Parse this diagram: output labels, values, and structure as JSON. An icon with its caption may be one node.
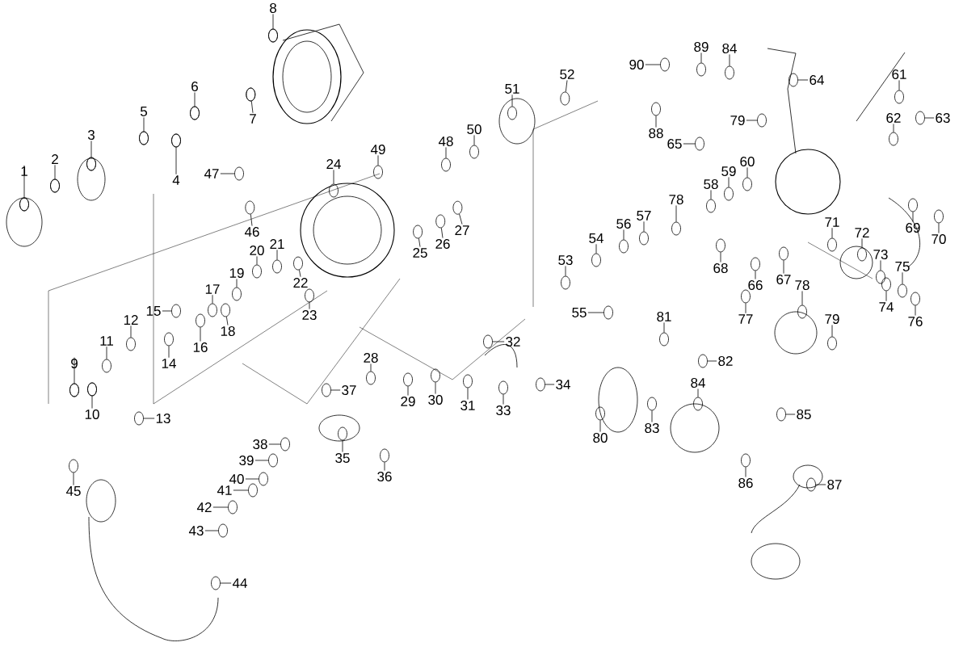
{
  "diagram": {
    "nodes": [
      {
        "text": [
          "1"
        ]
      },
      {
        "text": [
          "2"
        ]
      },
      {
        "text": [
          "3"
        ]
      },
      {
        "text": [
          "4"
        ]
      },
      {
        "text": [
          "5"
        ]
      },
      {
        "text": [
          "6"
        ]
      },
      {
        "text": [
          "7"
        ]
      },
      {
        "text": [
          "8"
        ]
      },
      {
        "text": [
          "9"
        ]
      },
      {
        "text": [
          "10"
        ]
      },
      {
        "text": [
          "11"
        ]
      },
      {
        "text": [
          "12"
        ]
      },
      {
        "text": [
          "13"
        ]
      },
      {
        "text": [
          "14"
        ]
      },
      {
        "text": [
          "15"
        ]
      },
      {
        "text": [
          "16"
        ]
      },
      {
        "text": [
          "17"
        ]
      },
      {
        "text": [
          "18"
        ]
      },
      {
        "text": [
          "19"
        ]
      },
      {
        "text": [
          "20"
        ]
      },
      {
        "text": [
          "21"
        ]
      },
      {
        "text": [
          "22"
        ]
      },
      {
        "text": [
          "23"
        ]
      },
      {
        "text": [
          "24"
        ]
      },
      {
        "text": [
          "25"
        ]
      },
      {
        "text": [
          "26"
        ]
      },
      {
        "text": [
          "27"
        ]
      },
      {
        "text": [
          "28"
        ]
      },
      {
        "text": [
          "29"
        ]
      },
      {
        "text": [
          "30"
        ]
      },
      {
        "text": [
          "31"
        ]
      },
      {
        "text": [
          "32"
        ]
      },
      {
        "text": [
          "33"
        ]
      },
      {
        "text": [
          "34"
        ]
      },
      {
        "text": [
          "35"
        ]
      },
      {
        "text": [
          "36"
        ]
      },
      {
        "text": [
          "37"
        ]
      },
      {
        "text": [
          "38"
        ]
      },
      {
        "text": [
          "39"
        ]
      },
      {
        "text": [
          "40"
        ]
      },
      {
        "text": [
          "41"
        ]
      },
      {
        "text": [
          "42"
        ]
      },
      {
        "text": [
          "43"
        ]
      },
      {
        "text": [
          "44"
        ]
      },
      {
        "text": [
          "45"
        ]
      },
      {
        "text": [
          "46"
        ]
      },
      {
        "text": [
          "47"
        ]
      },
      {
        "text": [
          "48"
        ]
      },
      {
        "text": [
          "49"
        ]
      },
      {
        "text": [
          "50"
        ]
      },
      {
        "text": [
          "51"
        ]
      },
      {
        "text": [
          "52"
        ]
      },
      {
        "text": [
          "53"
        ]
      },
      {
        "text": [
          "54"
        ]
      },
      {
        "text": [
          "55"
        ]
      },
      {
        "text": [
          "56"
        ]
      },
      {
        "text": [
          "57"
        ]
      },
      {
        "text": [
          "58"
        ]
      },
      {
        "text": [
          "59"
        ]
      },
      {
        "text": [
          "60"
        ]
      },
      {
        "text": [
          "61"
        ]
      },
      {
        "text": [
          "62"
        ]
      },
      {
        "text": [
          "63"
        ]
      },
      {
        "text": [
          "64"
        ]
      },
      {
        "text": [
          "65"
        ]
      },
      {
        "text": [
          "66"
        ]
      },
      {
        "text": [
          "67"
        ]
      },
      {
        "text": [
          "68"
        ]
      },
      {
        "text": [
          "69"
        ]
      },
      {
        "text": [
          "70"
        ]
      },
      {
        "text": [
          "71"
        ]
      },
      {
        "text": [
          "72"
        ]
      },
      {
        "text": [
          "73"
        ]
      },
      {
        "text": [
          "74"
        ]
      },
      {
        "text": [
          "75"
        ]
      },
      {
        "text": [
          "76"
        ]
      },
      {
        "text": [
          "77"
        ]
      },
      {
        "text": [
          "78"
        ]
      },
      {
        "text": [
          "78"
        ]
      },
      {
        "text": [
          "79"
        ]
      },
      {
        "text": [
          "79"
        ]
      },
      {
        "text": [
          "80"
        ]
      },
      {
        "text": [
          "81"
        ]
      },
      {
        "text": [
          "82"
        ]
      },
      {
        "text": [
          "83"
        ]
      },
      {
        "text": [
          "84"
        ]
      },
      {
        "text": [
          "84"
        ]
      },
      {
        "text": [
          "85"
        ]
      },
      {
        "text": [
          "86"
        ]
      },
      {
        "text": [
          "87"
        ]
      },
      {
        "text": [
          "88"
        ]
      },
      {
        "text": [
          "89"
        ]
      },
      {
        "text": [
          "90"
        ]
      },
      {
        "text": [],
        "shape": "circle"
      },
      {
        "text": [],
        "shape": "circle"
      },
      {
        "text": [],
        "shape": "circle"
      },
      {
        "text": [],
        "shape": "circle"
      },
      {
        "text": [],
        "shape": "circle"
      },
      {
        "text": [],
        "shape": "circle"
      },
      {
        "text": [],
        "shape": "circle"
      },
      {
        "text": [],
        "shape": "circle"
      },
      {
        "text": [],
        "shape": "circle"
      },
      {
        "text": [],
        "shape": "circle"
      },
      {
        "text": [],
        "shape": "circle"
      },
      {
        "text": [],
        "shape": "circle"
      },
      {
        "text": [],
        "shape": "circle"
      },
      {
        "text": [],
        "shape": "circle"
      },
      {
        "text": [],
        "shape": "circle"
      },
      {
        "text": [],
        "shape": "circle"
      },
      {
        "text": [],
        "shape": "circle"
      },
      {
        "text": [],
        "shape": "circle"
      },
      {
        "text": [],
        "shape": "circle"
      },
      {
        "text": [],
        "shape": "circle"
      },
      {
        "text": [],
        "shape": "circle"
      },
      {
        "text": [],
        "shape": "circle"
      },
      {
        "text": [],
        "shape": "circle"
      },
      {
        "text": [],
        "shape": "circle"
      },
      {
        "text": [],
        "shape": "circle"
      },
      {
        "text": [],
        "shape": "circle"
      },
      {
        "text": [],
        "shape": "circle"
      },
      {
        "text": [],
        "shape": "circle"
      },
      {
        "text": [],
        "shape": "circle"
      },
      {
        "text": [],
        "shape": "circle"
      },
      {
        "text": [],
        "shape": "circle"
      },
      {
        "text": [],
        "shape": "circle"
      },
      {
        "text": [],
        "shape": "circle"
      },
      {
        "text": [],
        "shape": "circle"
      },
      {
        "text": [],
        "shape": "circle"
      },
      {
        "text": [],
        "shape": "circle"
      },
      {
        "text": [],
        "shape": "circle"
      },
      {
        "text": [],
        "shape": "circle"
      },
      {
        "text": [],
        "shape": "circle"
      },
      {
        "text": [],
        "shape": "circle"
      },
      {
        "text": [],
        "shape": "circle"
      },
      {
        "text": [],
        "shape": "circle"
      },
      {
        "text": [],
        "shape": "circle"
      },
      {
        "text": [],
        "shape": "circle"
      },
      {
        "text": [],
        "shape": "circle"
      },
      {
        "text": [],
        "shape": "circle"
      },
      {
        "text": [],
        "shape": "circle"
      },
      {
        "text": [],
        "shape": "circle"
      },
      {
        "text": [],
        "shape": "circle"
      },
      {
        "text": [],
        "shape": "circle"
      },
      {
        "text": [],
        "shape": "circle"
      },
      {
        "text": [],
        "shape": "circle"
      },
      {
        "text": [],
        "shape": "circle"
      },
      {
        "text": [],
        "shape": "circle"
      },
      {
        "text": [],
        "shape": "circle"
      },
      {
        "text": [],
        "shape": "circle"
      },
      {
        "text": [],
        "shape": "circle"
      },
      {
        "text": [],
        "shape": "circle"
      },
      {
        "text": [],
        "shape": "circle"
      },
      {
        "text": [],
        "shape": "circle"
      },
      {
        "text": [],
        "shape": "circle"
      },
      {
        "text": [],
        "shape": "circle"
      },
      {
        "text": [],
        "shape": "circle"
      },
      {
        "text": [],
        "shape": "circle"
      },
      {
        "text": [],
        "shape": "circle"
      },
      {
        "text": [],
        "shape": "circle"
      },
      {
        "text": [],
        "shape": "circle"
      },
      {
        "text": [],
        "shape": "circle"
      },
      {
        "text": [],
        "shape": "circle"
      },
      {
        "text": [],
        "shape": "circle"
      },
      {
        "text": [],
        "shape": "circle"
      },
      {
        "text": [],
        "shape": "circle"
      },
      {
        "text": [],
        "shape": "circle"
      },
      {
        "text": [],
        "shape": "circle"
      },
      {
        "text": [],
        "shape": "circle"
      },
      {
        "text": [],
        "shape": "circle"
      },
      {
        "text": [],
        "shape": "circle"
      },
      {
        "text": [],
        "shape": "circle"
      },
      {
        "text": [],
        "shape": "circle"
      },
      {
        "text": [],
        "shape": "circle"
      },
      {
        "text": [],
        "shape": "circle"
      },
      {
        "text": [],
        "shape": "circle"
      },
      {
        "text": [],
        "shape": "circle"
      },
      {
        "text": [],
        "shape": "circle"
      },
      {
        "text": [],
        "shape": "circle"
      },
      {
        "text": [],
        "shape": "circle"
      },
      {
        "text": [],
        "shape": "circle"
      },
      {
        "text": [],
        "shape": "circle"
      },
      {
        "text": [],
        "shape": "circle"
      },
      {
        "text": [],
        "shape": "circle"
      },
      {
        "text": [],
        "shape": "circle"
      },
      {
        "text": [],
        "shape": "circle"
      },
      {
        "text": [],
        "shape": "circle"
      },
      {
        "text": [],
        "shape": "circle"
      },
      {
        "text": [],
        "shape": "circle"
      },
      {
        "text": [],
        "shape": "circle"
      },
      {
        "text": [],
        "shape": "circle"
      },
      {
        "text": [],
        "shape": "circle"
      },
      {
        "text": [],
        "shape": "circle"
      },
      {
        "text": [],
        "shape": "circle"
      },
      {
        "text": [],
        "shape": "circle"
      },
      {
        "text": [],
        "shape": "circle"
      },
      {
        "text": [],
        "shape": "circle"
      }
    ],
    "edges": [
      {
        "from": 0,
        "to": 93,
        "arrow": "none"
      },
      {
        "from": 1,
        "to": 94,
        "arrow": "none"
      },
      {
        "from": 2,
        "to": 95,
        "arrow": "none"
      },
      {
        "from": 3,
        "to": 96,
        "arrow": "none"
      },
      {
        "from": 4,
        "to": 97,
        "arrow": "none"
      },
      {
        "from": 5,
        "to": 98,
        "arrow": "none"
      },
      {
        "from": 6,
        "to": 99,
        "arrow": "none"
      },
      {
        "from": 7,
        "to": 100,
        "arrow": "none"
      },
      {
        "from": 8,
        "to": 101,
        "arrow": "none"
      },
      {
        "from": 9,
        "to": 102,
        "arrow": "none"
      },
      {
        "from": 10,
        "to": 103,
        "arrow": "none"
      },
      {
        "from": 11,
        "to": 104,
        "arrow": "none"
      },
      {
        "from": 12,
        "to": 105,
        "arrow": "none"
      },
      {
        "from": 13,
        "to": 106,
        "arrow": "none"
      },
      {
        "from": 14,
        "to": 107,
        "arrow": "none"
      },
      {
        "from": 15,
        "to": 108,
        "arrow": "none"
      },
      {
        "from": 16,
        "to": 109,
        "arrow": "none"
      },
      {
        "from": 17,
        "to": 110,
        "arrow": "none"
      },
      {
        "from": 18,
        "to": 111,
        "arrow": "none"
      },
      {
        "from": 19,
        "to": 112,
        "arrow": "none"
      },
      {
        "from": 20,
        "to": 113,
        "arrow": "none"
      },
      {
        "from": 21,
        "to": 114,
        "arrow": "none"
      },
      {
        "from": 22,
        "to": 115,
        "arrow": "none"
      },
      {
        "from": 23,
        "to": 116,
        "arrow": "none"
      },
      {
        "from": 24,
        "to": 117,
        "arrow": "none"
      },
      {
        "from": 25,
        "to": 118,
        "arrow": "none"
      },
      {
        "from": 26,
        "to": 119,
        "arrow": "none"
      },
      {
        "from": 27,
        "to": 120,
        "arrow": "none"
      },
      {
        "from": 28,
        "to": 121,
        "arrow": "none"
      },
      {
        "from": 29,
        "to": 122,
        "arrow": "none"
      },
      {
        "from": 30,
        "to": 123,
        "arrow": "none"
      },
      {
        "from": 31,
        "to": 124,
        "arrow": "none"
      },
      {
        "from": 32,
        "to": 125,
        "arrow": "none"
      },
      {
        "from": 33,
        "to": 126,
        "arrow": "none"
      },
      {
        "from": 34,
        "to": 127,
        "arrow": "none"
      },
      {
        "from": 35,
        "to": 128,
        "arrow": "none"
      },
      {
        "from": 36,
        "to": 129,
        "arrow": "none"
      },
      {
        "from": 37,
        "to": 130,
        "arrow": "none"
      },
      {
        "from": 38,
        "to": 131,
        "arrow": "none"
      },
      {
        "from": 39,
        "to": 132,
        "arrow": "none"
      },
      {
        "from": 40,
        "to": 133,
        "arrow": "none"
      },
      {
        "from": 41,
        "to": 134,
        "arrow": "none"
      },
      {
        "from": 42,
        "to": 135,
        "arrow": "none"
      },
      {
        "from": 43,
        "to": 136,
        "arrow": "none"
      },
      {
        "from": 44,
        "to": 137,
        "arrow": "none"
      },
      {
        "from": 45,
        "to": 138,
        "arrow": "none"
      },
      {
        "from": 46,
        "to": 139,
        "arrow": "none"
      },
      {
        "from": 47,
        "to": 140,
        "arrow": "none"
      },
      {
        "from": 48,
        "to": 141,
        "arrow": "none"
      },
      {
        "from": 49,
        "to": 142,
        "arrow": "none"
      },
      {
        "from": 50,
        "to": 143,
        "arrow": "none"
      },
      {
        "from": 51,
        "to": 144,
        "arrow": "none"
      },
      {
        "from": 52,
        "to": 145,
        "arrow": "none"
      },
      {
        "from": 53,
        "to": 146,
        "arrow": "none"
      },
      {
        "from": 54,
        "to": 147,
        "arrow": "none"
      },
      {
        "from": 55,
        "to": 148,
        "arrow": "none"
      },
      {
        "from": 56,
        "to": 149,
        "arrow": "none"
      },
      {
        "from": 57,
        "to": 150,
        "arrow": "none"
      },
      {
        "from": 58,
        "to": 151,
        "arrow": "none"
      },
      {
        "from": 59,
        "to": 152,
        "arrow": "none"
      },
      {
        "from": 60,
        "to": 153,
        "arrow": "none"
      },
      {
        "from": 61,
        "to": 154,
        "arrow": "none"
      },
      {
        "from": 62,
        "to": 155,
        "arrow": "none"
      },
      {
        "from": 63,
        "to": 156,
        "arrow": "none"
      },
      {
        "from": 64,
        "to": 157,
        "arrow": "none"
      },
      {
        "from": 65,
        "to": 158,
        "arrow": "none"
      },
      {
        "from": 66,
        "to": 159,
        "arrow": "none"
      },
      {
        "from": 67,
        "to": 160,
        "arrow": "none"
      },
      {
        "from": 68,
        "to": 161,
        "arrow": "none"
      },
      {
        "from": 69,
        "to": 162,
        "arrow": "none"
      },
      {
        "from": 70,
        "to": 163,
        "arrow": "none"
      },
      {
        "from": 71,
        "to": 164,
        "arrow": "none"
      },
      {
        "from": 72,
        "to": 165,
        "arrow": "none"
      },
      {
        "from": 73,
        "to": 166,
        "arrow": "none"
      },
      {
        "from": 74,
        "to": 167,
        "arrow": "none"
      },
      {
        "from": 75,
        "to": 168,
        "arrow": "none"
      },
      {
        "from": 76,
        "to": 169,
        "arrow": "none"
      },
      {
        "from": 77,
        "to": 170,
        "arrow": "none"
      },
      {
        "from": 78,
        "to": 171,
        "arrow": "none"
      },
      {
        "from": 79,
        "to": 172,
        "arrow": "none"
      },
      {
        "from": 80,
        "to": 173,
        "arrow": "none"
      },
      {
        "from": 81,
        "to": 174,
        "arrow": "none"
      },
      {
        "from": 82,
        "to": 175,
        "arrow": "none"
      },
      {
        "from": 83,
        "to": 176,
        "arrow": "none"
      },
      {
        "from": 84,
        "to": 177,
        "arrow": "none"
      },
      {
        "from": 85,
        "to": 178,
        "arrow": "none"
      },
      {
        "from": 86,
        "to": 179,
        "arrow": "none"
      },
      {
        "from": 87,
        "to": 180,
        "arrow": "none"
      },
      {
        "from": 88,
        "to": 181,
        "arrow": "none"
      },
      {
        "from": 89,
        "to": 182,
        "arrow": "none"
      },
      {
        "from": 90,
        "to": 183,
        "arrow": "none"
      },
      {
        "from": 91,
        "to": 184,
        "arrow": "none"
      },
      {
        "from": 92,
        "to": 185,
        "arrow": "none"
      }
    ]
  }
}
